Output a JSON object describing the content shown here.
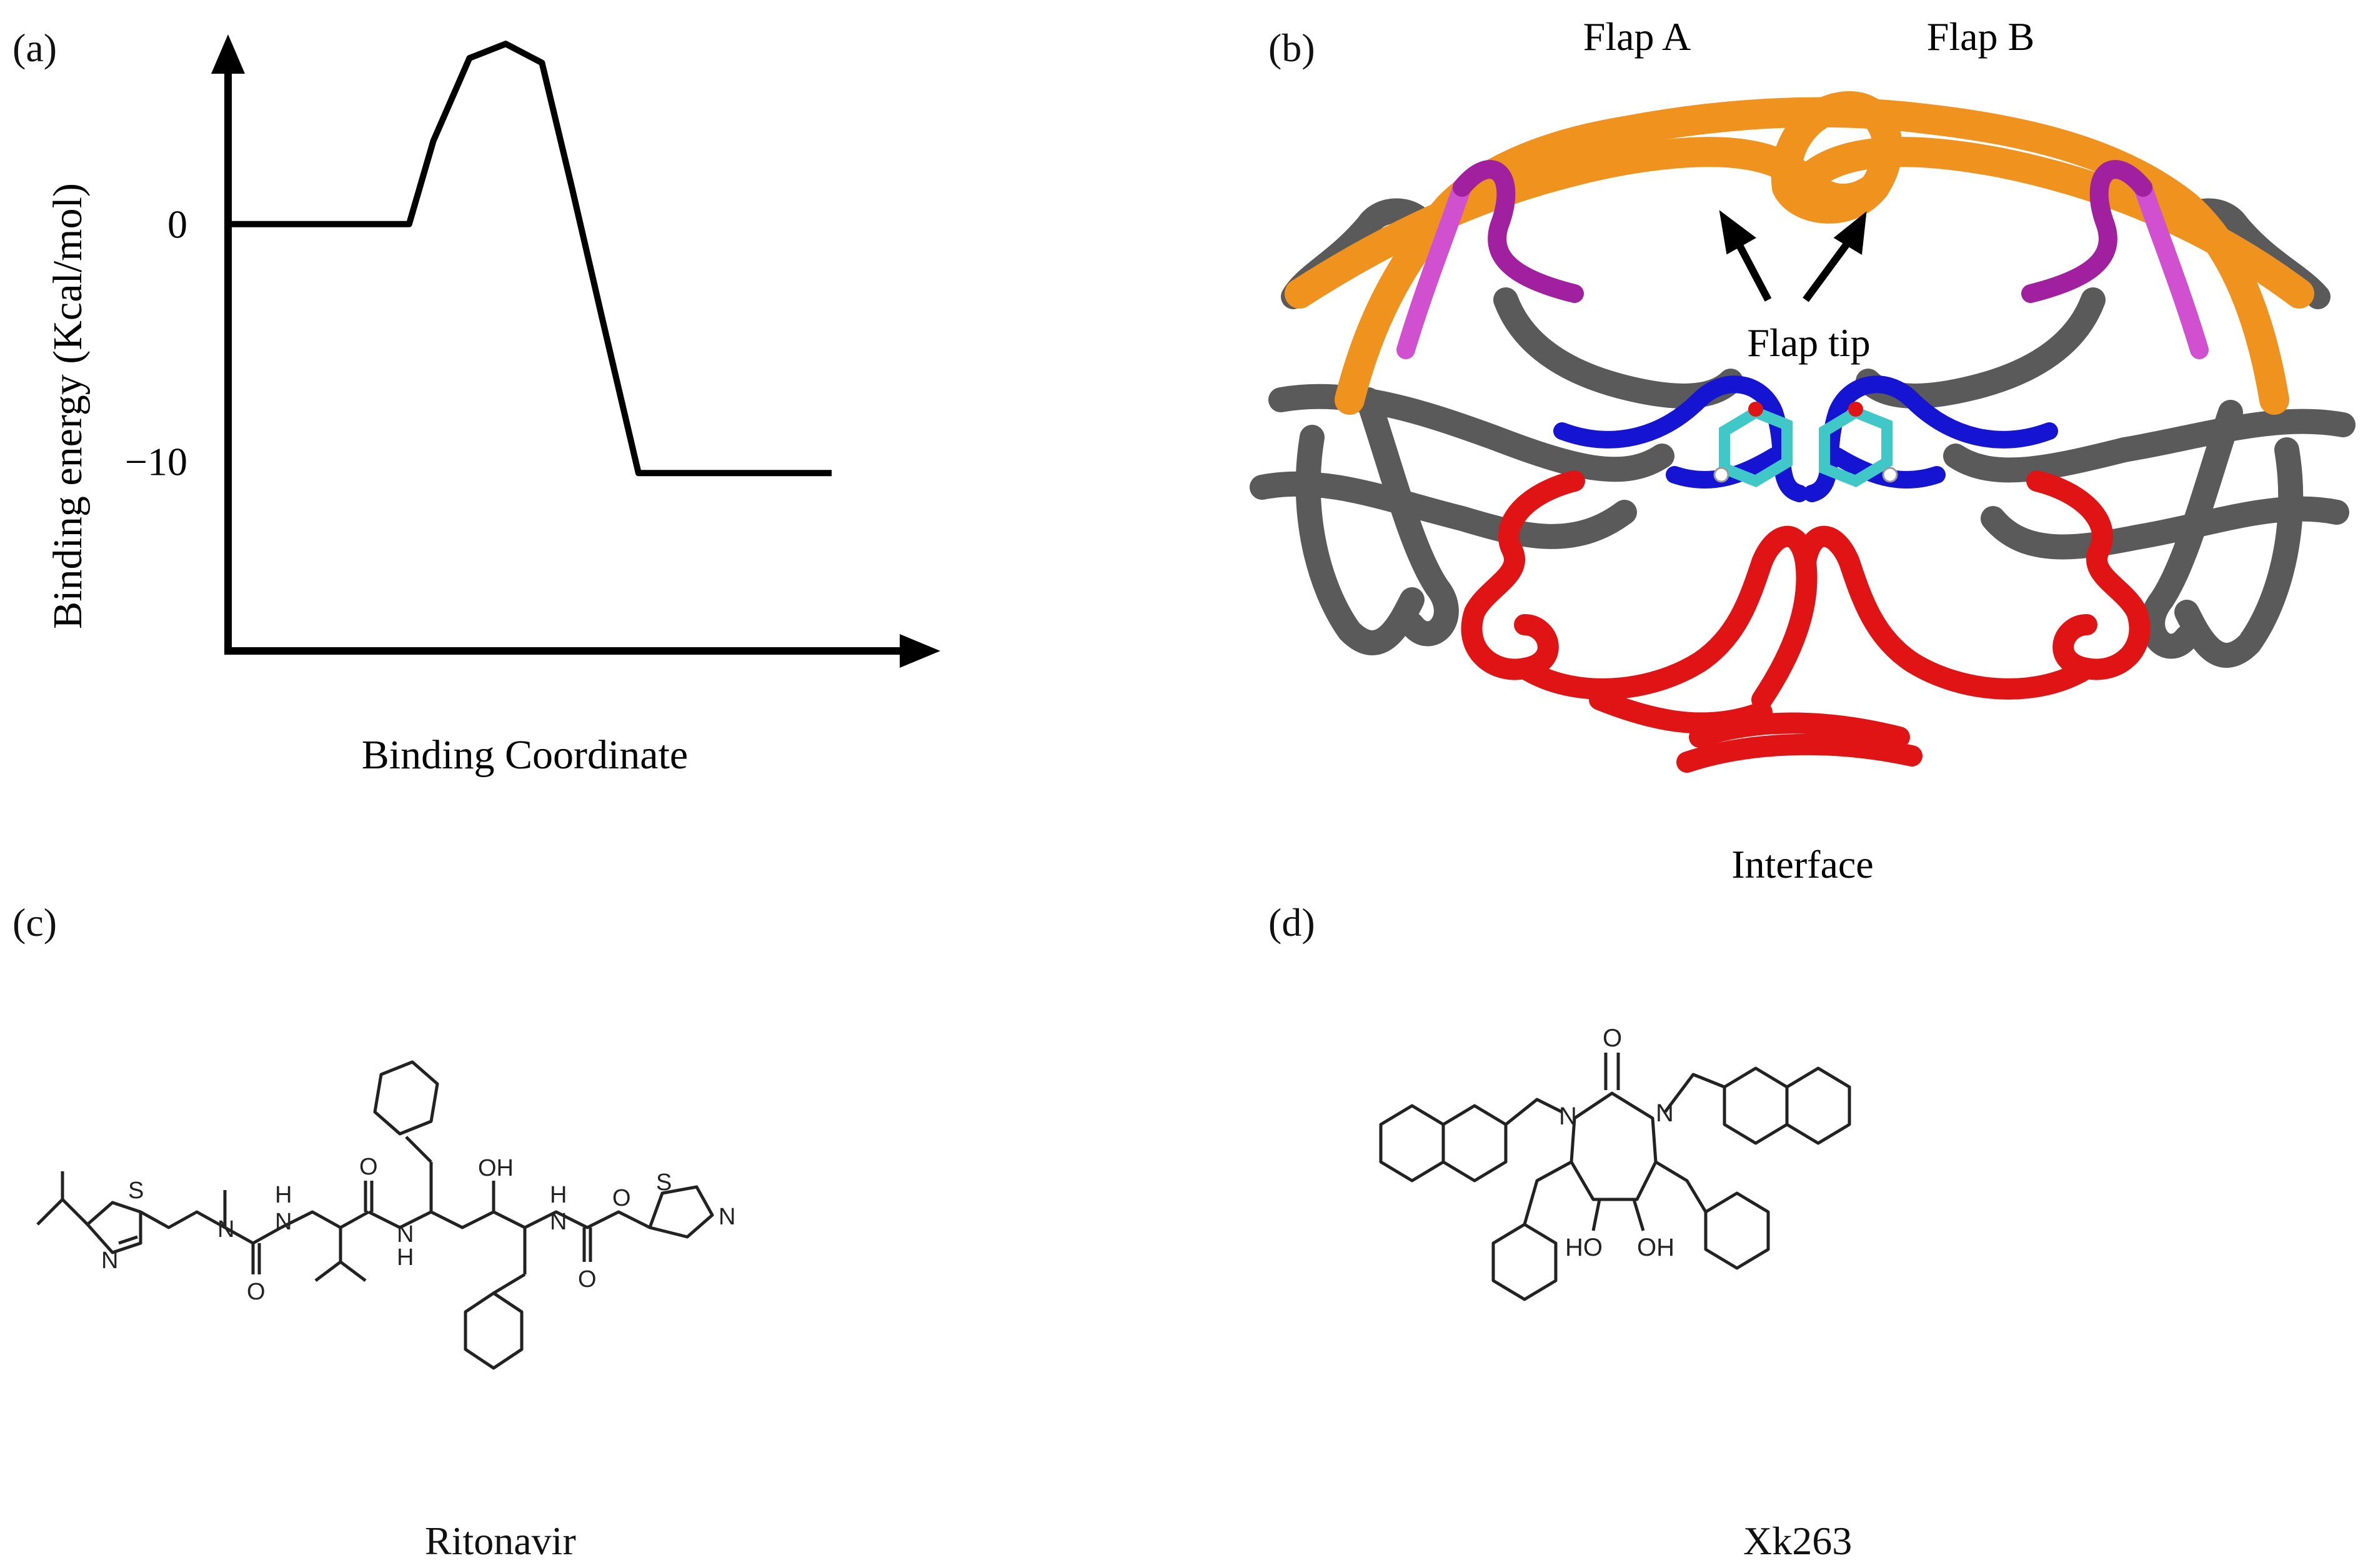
{
  "panels": {
    "a": {
      "label": "(a)"
    },
    "b": {
      "label": "(b)",
      "flap_a": "Flap A",
      "flap_b": "Flap B",
      "flap_tip": "Flap tip",
      "interface": "Interface"
    },
    "c": {
      "label": "(c)",
      "caption": "Ritonavir"
    },
    "d": {
      "label": "(d)",
      "caption": "Xk263"
    }
  },
  "chart_data": {
    "type": "line",
    "xlabel": "Binding Coordinate",
    "ylabel": "Binding energy (Kcal/mol)",
    "y_ticks": [
      {
        "value": 0,
        "label": "0"
      },
      {
        "value": -10,
        "label": "−10"
      }
    ],
    "series": [
      {
        "x": [
          0,
          0.3,
          0.34,
          0.4,
          0.46,
          0.52,
          0.57,
          0.62,
          0.68,
          0.72,
          1.0
        ],
        "y": [
          0,
          0,
          3.5,
          7,
          7.6,
          6.8,
          1.5,
          -4,
          -10.5,
          -10.5,
          -10.5
        ]
      }
    ],
    "ylim": [
      -18,
      8
    ],
    "xlim": [
      0,
      1.18
    ]
  },
  "structure_labels": {
    "ritonavir": [
      "S",
      "N",
      "N",
      "H",
      "N",
      "O",
      "O",
      "H",
      "N",
      "OH",
      "H",
      "N",
      "O",
      "O",
      "S",
      "N"
    ],
    "xk263": [
      "O",
      "N",
      "N",
      "HO",
      "OH"
    ]
  },
  "colors": {
    "flaps": "#f0921e",
    "flap_hinge": "#a020a0",
    "flap_elbow": "#d050d0",
    "catalytic": "#1414d2",
    "interface": "#e01414",
    "body": "#5a5a5a",
    "ligand": "#40c8c8"
  }
}
